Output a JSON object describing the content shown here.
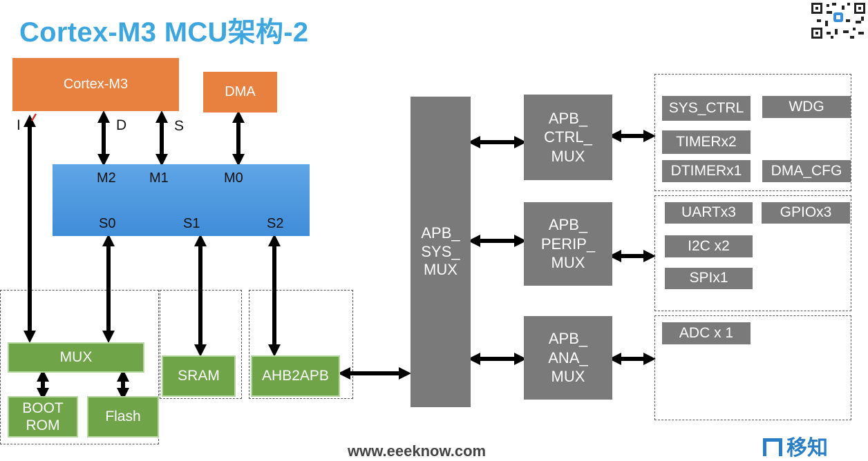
{
  "title": "Cortex-M3 MCU架构-2",
  "cpu": {
    "label": "Cortex-M3"
  },
  "dma": {
    "label": "DMA"
  },
  "bus_labels": {
    "i": "I",
    "d": "D",
    "s": "S"
  },
  "matrix": {
    "masters": [
      "M2",
      "M1",
      "M0"
    ],
    "slaves": [
      "S0",
      "S1",
      "S2"
    ]
  },
  "memory": {
    "mux": "MUX",
    "boot_rom": "BOOT\nROM",
    "flash": "Flash",
    "sram": "SRAM",
    "ahb2apb": "AHB2APB"
  },
  "apb_sys_mux": "APB_\nSYS_\nMUX",
  "apb_muxes": [
    {
      "label": "APB_\nCTRL_\nMUX"
    },
    {
      "label": "APB_\nPERIP_\nMUX"
    },
    {
      "label": "APB_\nANA_\nMUX"
    }
  ],
  "peripherals": {
    "ctrl": [
      "SYS_CTRL",
      "WDG",
      "TIMERx2",
      "DTIMERx1",
      "DMA_CFG"
    ],
    "perip": [
      "UARTx3",
      "GPIOx3",
      "I2C x2",
      "SPIx1"
    ],
    "ana": [
      "ADC x 1"
    ]
  },
  "footer": "www.eeeknow.com",
  "logo_text": "移知",
  "colors": {
    "title": "#3ea6de",
    "orange": "#e8813f",
    "blue": "#4a96de",
    "green": "#6fa548",
    "gray": "#7a7a7a"
  }
}
